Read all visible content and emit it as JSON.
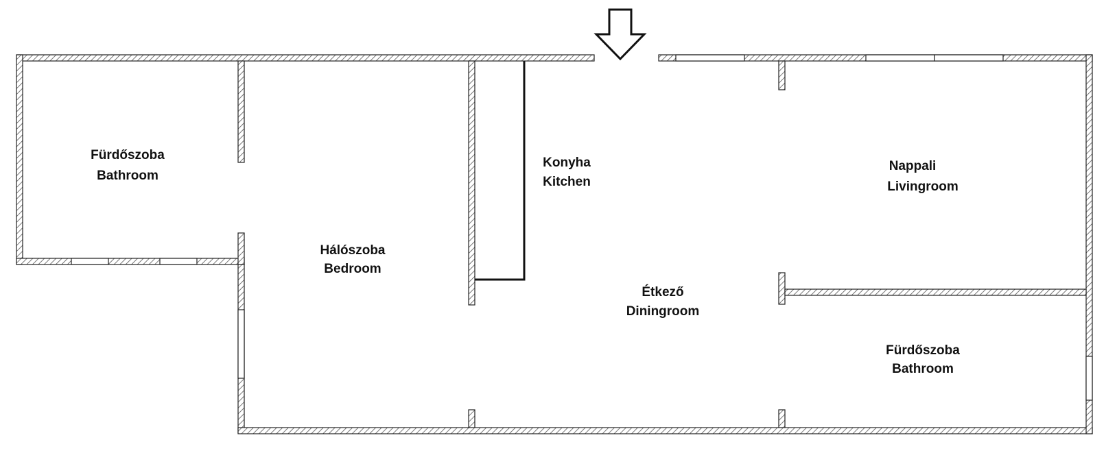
{
  "floor_plan": {
    "entrance_arrow_icon": "down-arrow-icon",
    "colors": {
      "wall_stroke": "#222222",
      "hatch": "#444444",
      "background": "#ffffff"
    },
    "rooms": [
      {
        "id": "bathroom-left",
        "line1": "Fürdőszoba",
        "line2": "Bathroom"
      },
      {
        "id": "bedroom",
        "line1": "Hálószoba",
        "line2": "Bedroom"
      },
      {
        "id": "kitchen",
        "line1": "Konyha",
        "line2": "Kitchen"
      },
      {
        "id": "dining",
        "line1": "Étkező",
        "line2": "Diningroom"
      },
      {
        "id": "living",
        "line1": "Nappali",
        "line2": "Livingroom"
      },
      {
        "id": "bathroom-right",
        "line1": "Fürdőszoba",
        "line2": "Bathroom"
      }
    ]
  }
}
